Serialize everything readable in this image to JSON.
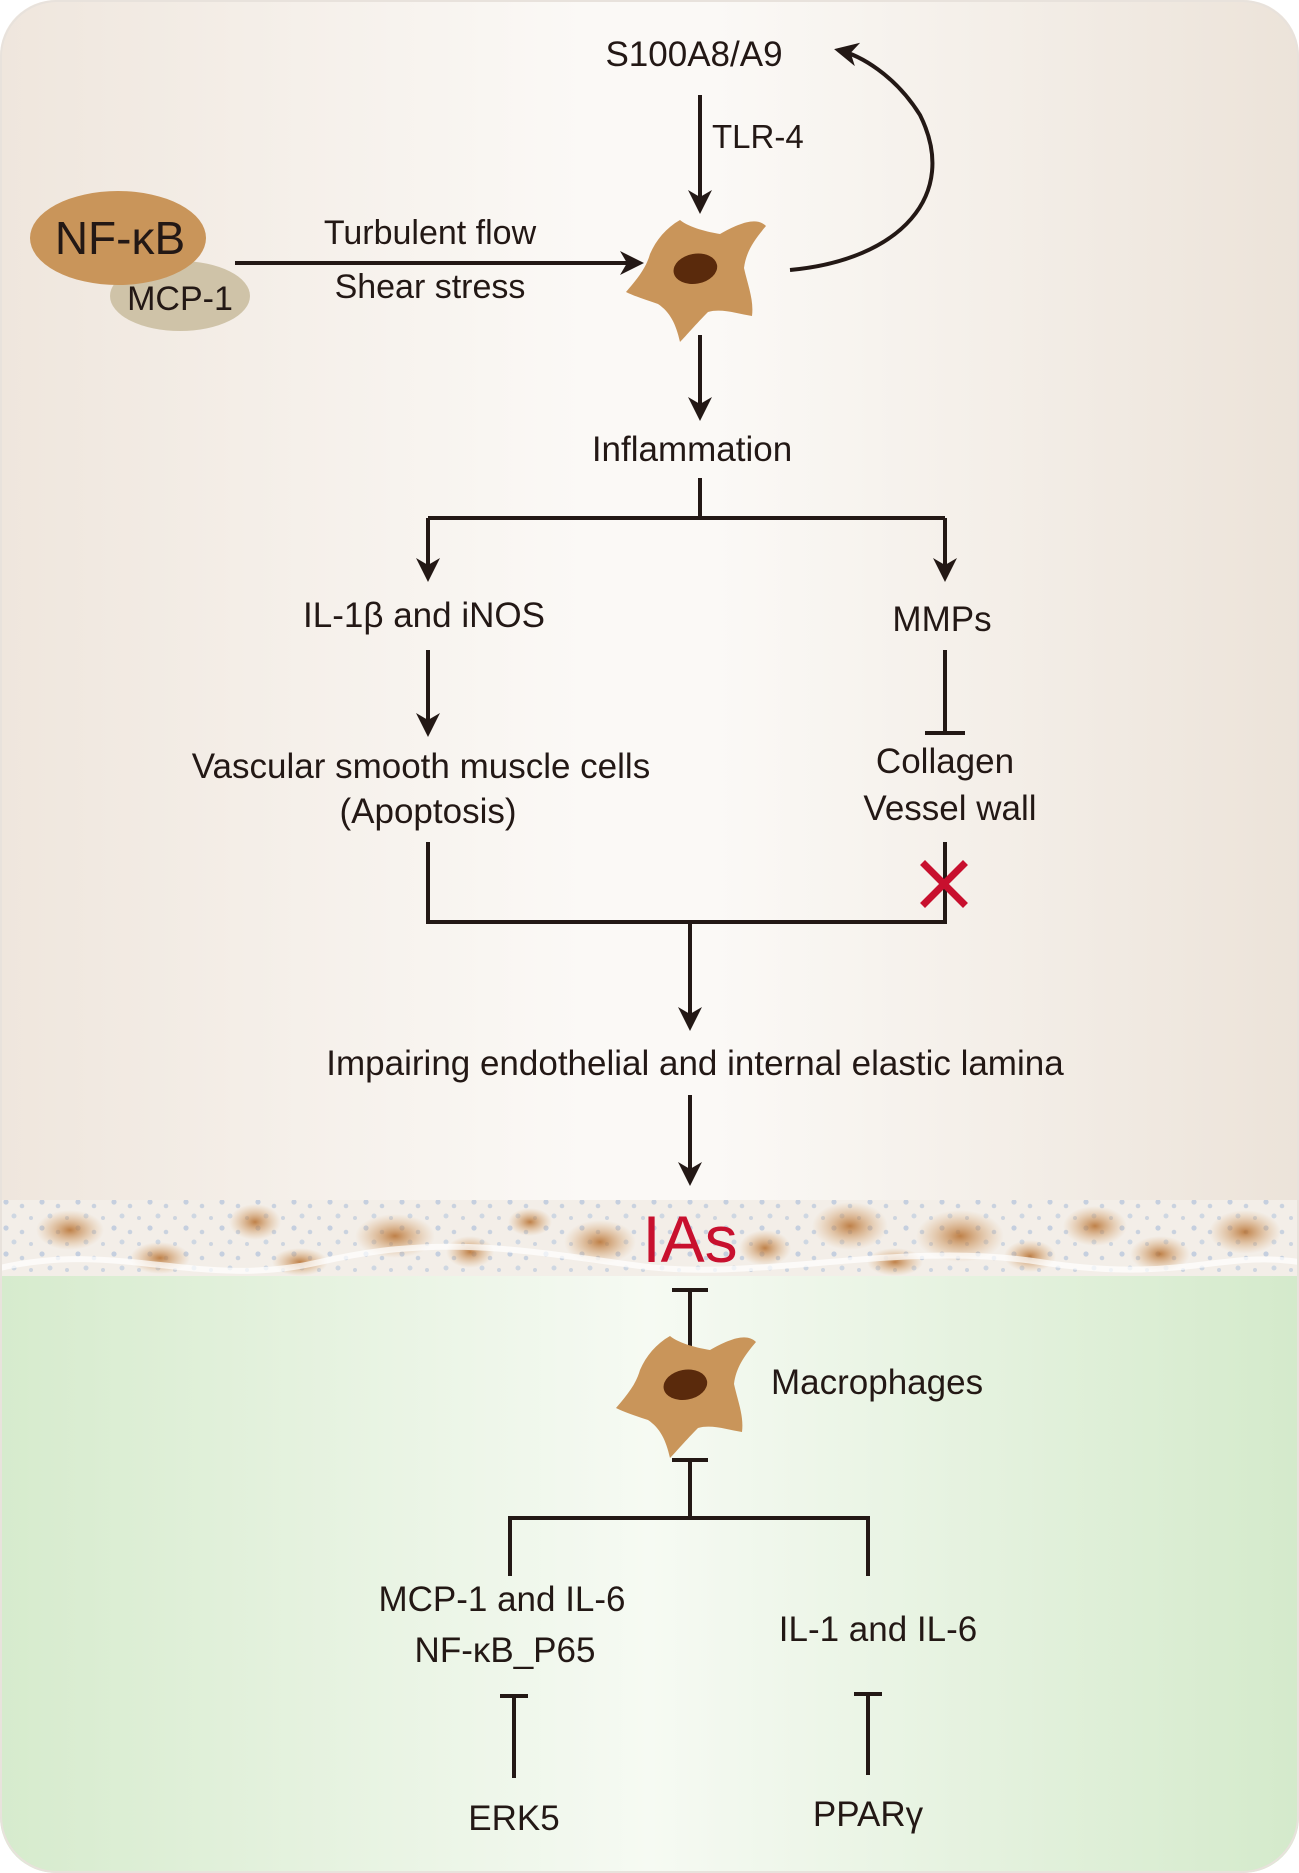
{
  "labels": {
    "s100a8a9": "S100A8/A9",
    "tlr4": "TLR-4",
    "nfkb": "NF-κB",
    "mcp1": "MCP-1",
    "turbulent_flow": "Turbulent flow",
    "shear_stress": "Shear stress",
    "inflammation": "Inflammation",
    "il1b_inos": "IL-1β and iNOS",
    "mmps": "MMPs",
    "vsmc": "Vascular smooth muscle cells",
    "apoptosis": "(Apoptosis)",
    "collagen": "Collagen",
    "vessel_wall": "Vessel wall",
    "impairing": "Impairing endothelial and internal elastic lamina",
    "ias": "IAs",
    "macrophages": "Macrophages",
    "mcp1_il6": "MCP-1 and IL-6",
    "nfkb_p65": "NF-κB_P65",
    "il1_il6": "IL-1 and IL-6",
    "erk5": "ERK5",
    "ppar": "PPARγ"
  },
  "colors": {
    "top_panel": "#efe7df",
    "bottom_panel": "#d8ecd0",
    "arrow": "#231815",
    "cell_body": "#c9955a",
    "cell_nucleus": "#5a2a0c",
    "nfkb_ellipse": "#c9955a",
    "mcp1_ellipse": "#cfc3a8",
    "accent_red": "#c8102e"
  }
}
